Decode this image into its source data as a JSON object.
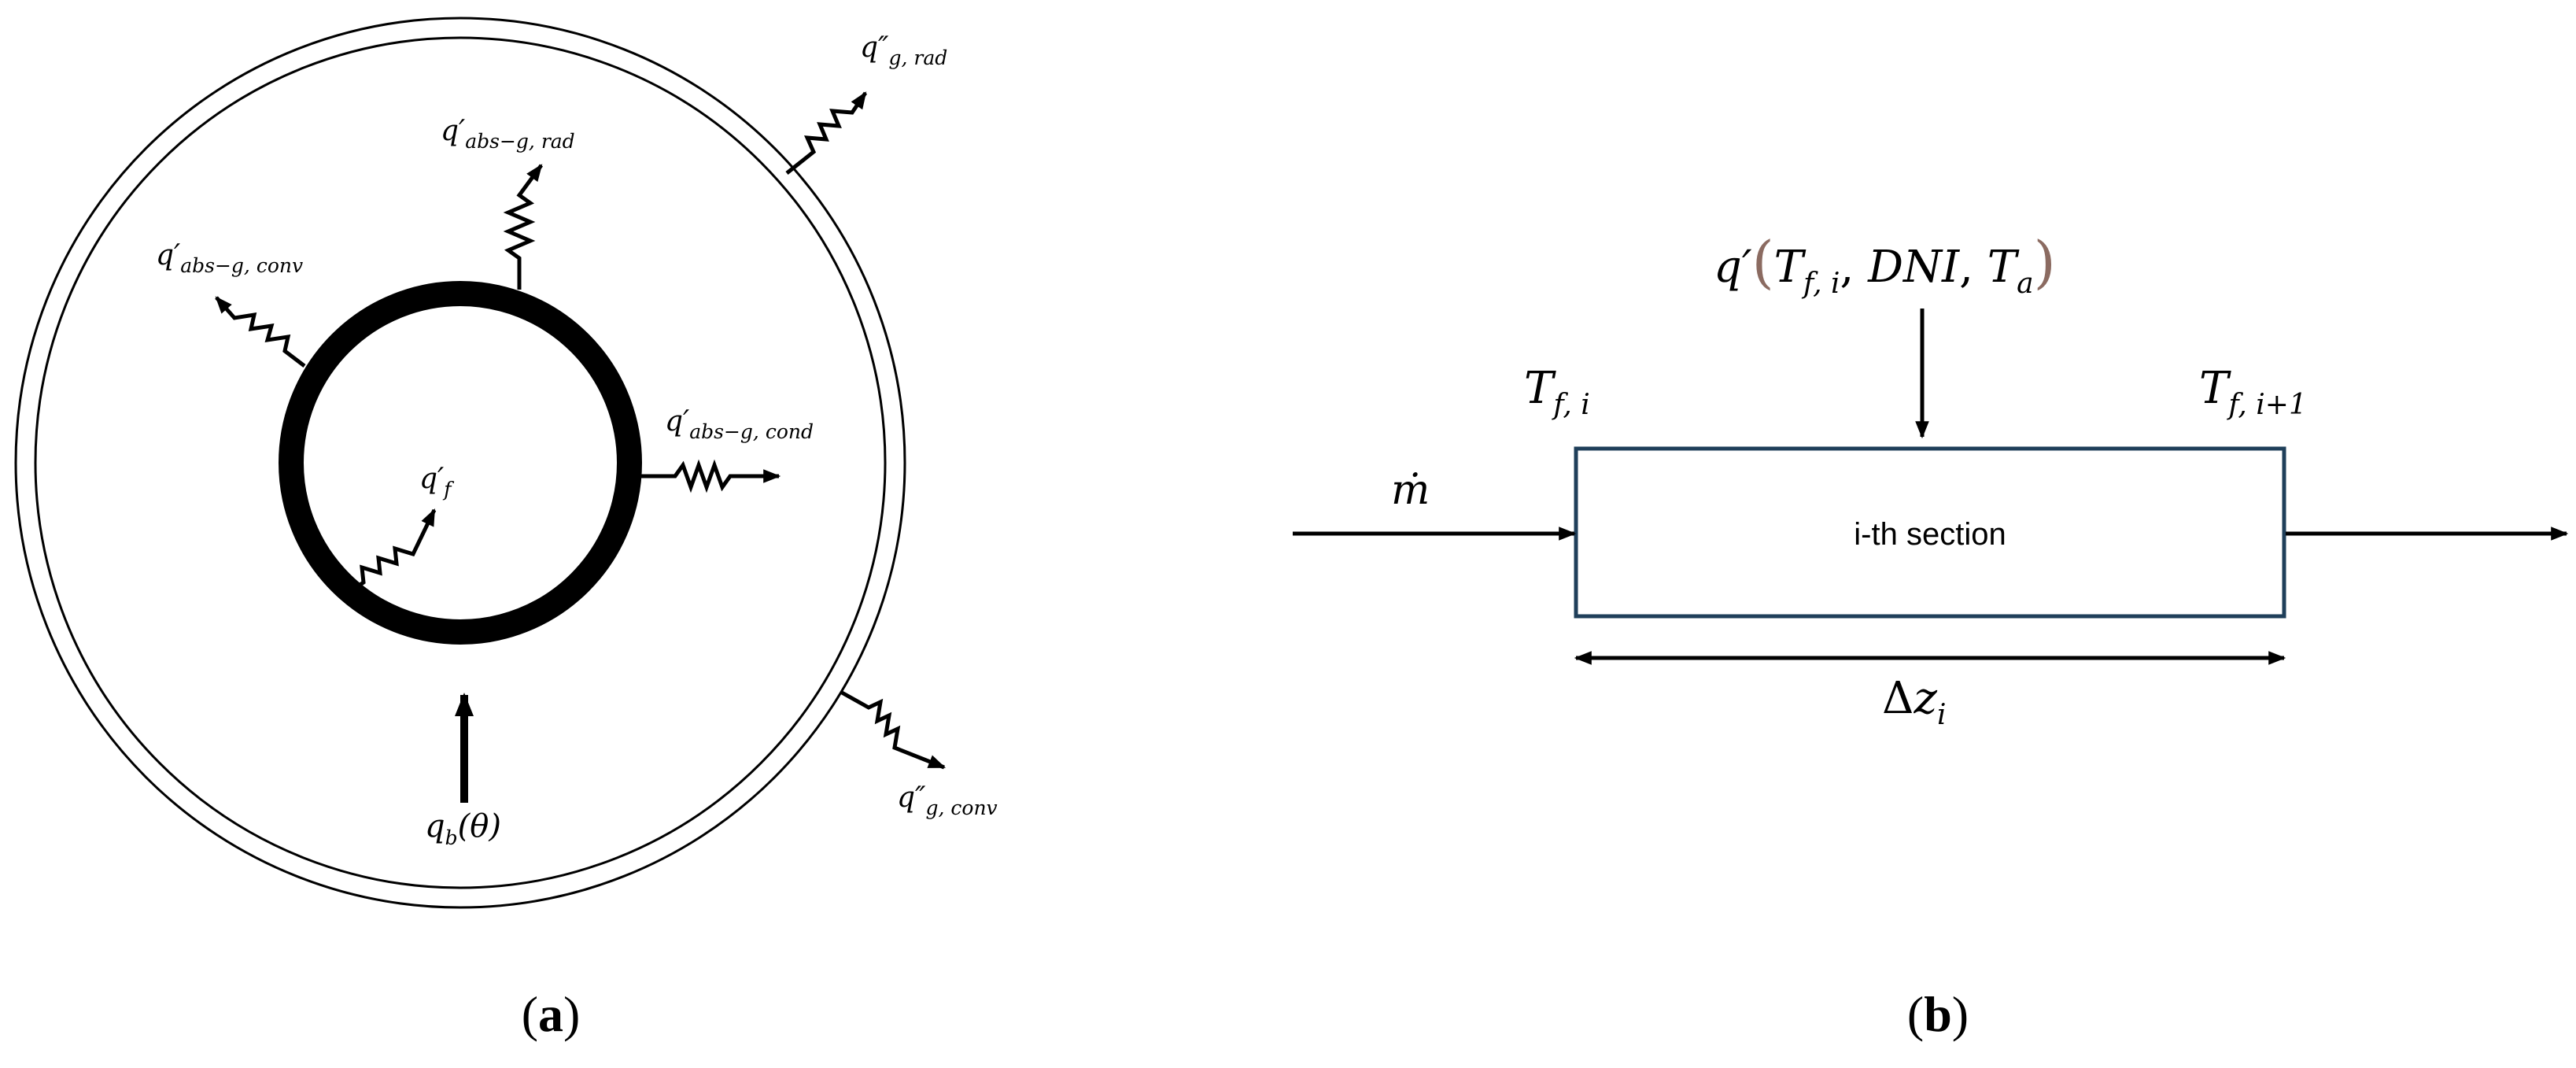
{
  "panel_a": {
    "caption": {
      "open": "(",
      "letter": "a",
      "close": ")"
    },
    "labels": {
      "q_g_rad": {
        "base": "q",
        "prime": "″",
        "sub": "g, rad"
      },
      "q_abs_g_rad": {
        "base": "q",
        "prime": "′",
        "sub": "abs−g, rad"
      },
      "q_abs_g_conv": {
        "base": "q",
        "prime": "′",
        "sub": "abs−g, conv"
      },
      "q_abs_g_cond": {
        "base": "q",
        "prime": "′",
        "sub": "abs−g, cond"
      },
      "q_f": {
        "base": "q",
        "prime": "′",
        "sub": "f"
      },
      "q_b": {
        "base": "q",
        "sub": "b",
        "arg": "(θ)"
      },
      "q_g_conv": {
        "base": "q",
        "prime": "″",
        "sub": "g, conv"
      }
    }
  },
  "panel_b": {
    "caption": {
      "open": "(",
      "letter": "b",
      "close": ")"
    },
    "section_label": "i-th section",
    "heat_input": {
      "base": "q",
      "prime": "′",
      "paren_open": "(",
      "t_f": "T",
      "t_f_sub": "f, i",
      "comma1": ", ",
      "dni": "DNI",
      "comma2": ", ",
      "t_a": "T",
      "t_a_sub": "a",
      "paren_close": ")",
      "paren_color": "#8B6B61"
    },
    "inlet_temp": {
      "base": "T",
      "sub": "f, i"
    },
    "outlet_temp": {
      "base": "T",
      "sub": "f, i+1"
    },
    "mass_flow": {
      "base": "ṁ"
    },
    "length": {
      "delta": "Δ",
      "base": "z",
      "sub": "i"
    },
    "box_color": "#1F3F5A"
  }
}
